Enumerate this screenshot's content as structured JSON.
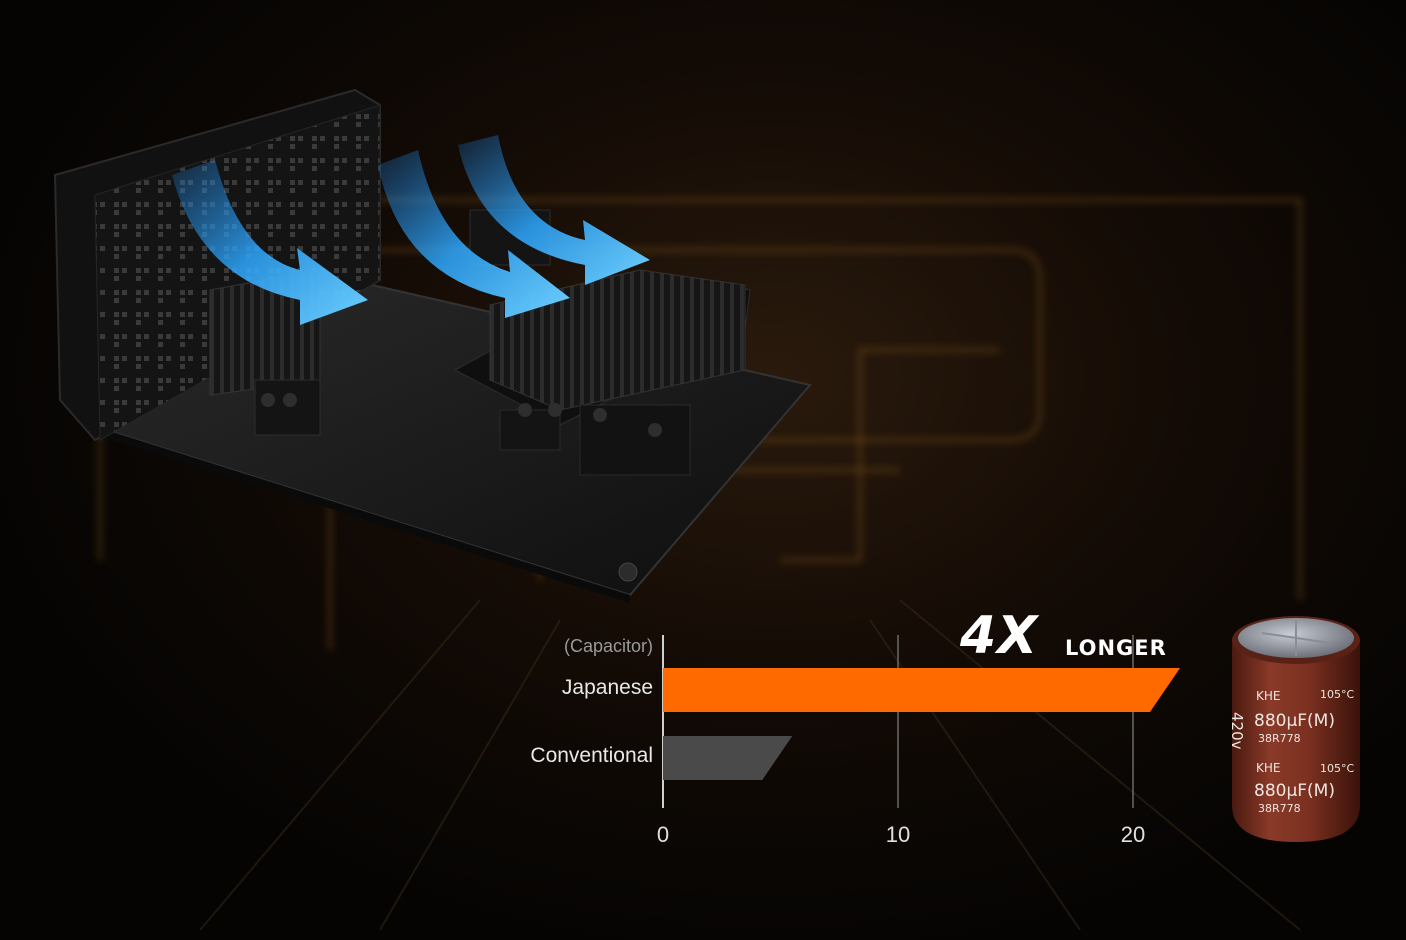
{
  "chart_data": {
    "type": "bar",
    "orientation": "horizontal",
    "axis_title": "(Capacitor)",
    "categories": [
      "Japanese",
      "Conventional"
    ],
    "values": [
      22,
      5.5
    ],
    "xticks": [
      "0",
      "10",
      "20"
    ],
    "xlim": [
      0,
      22
    ],
    "callout": {
      "big": "4X",
      "small": "LONGER"
    },
    "colors": {
      "japanese": "#ff6a00",
      "conventional": "#4a4a4a"
    },
    "grid": true
  },
  "capacitor": {
    "brand": "KHE",
    "temp": "105°C",
    "voltage": "420v",
    "capacitance": "880μF(M)",
    "code": "38R778"
  }
}
